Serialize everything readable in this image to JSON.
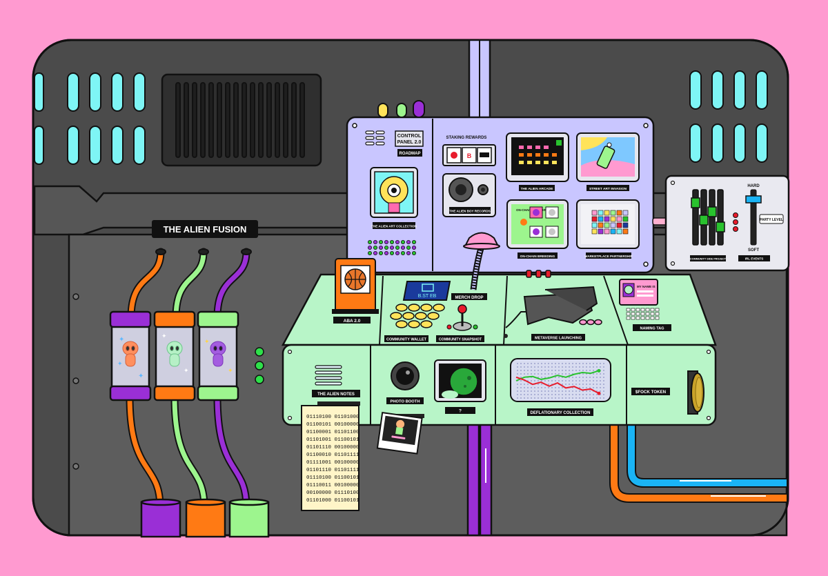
{
  "colors": {
    "frame": "#ff9ad0",
    "wall": "#4b4b4b",
    "wall_dark": "#3a3a3a",
    "console": "#b8f5c8",
    "panel": "#c9c6ff",
    "cyan": "#7ef5f5",
    "orange": "#ff7a14",
    "purple": "#9a2fd6",
    "green": "#9df58e",
    "blue": "#1ab4f5"
  },
  "title_sign": "THE ALIEN FUSION",
  "control_panel": {
    "title_line1": "CONTROL",
    "title_line2": "PANEL 2.0",
    "roadmap": "ROADMAP",
    "staking_rewards": "STAKING REWARDS",
    "alien_boy_records": "THE ALIEN BOY RECORDS",
    "alien_art_collection": "THE ALIEN ART COLLECTION",
    "alien_arcade": "THE ALIEN ARCADE",
    "street_art_invasion": "STREET ART INVASION",
    "on_chain_breeding": "ON-CHAIN BREEDING",
    "on_chain_screen_text": "ON-CHAIN BREEDING",
    "marketplace_partnership": "MARKETPLACE PARTNERSHIP"
  },
  "side_panel": {
    "hard": "HARD",
    "soft": "SOFT",
    "party_level": "PARTY LEVEL",
    "community_side_project": "COMMUNITY SIDE PROJECT",
    "irl_events": "IRL EVENTS"
  },
  "console": {
    "aba": "ABA 2.0",
    "screen_text": "B.ST EB",
    "merch_drop": "MERCH DROP",
    "community_wallet": "COMMUNITY WALLET",
    "community_snapshot": "COMMUNITY SNAPSHOT",
    "metaverse_launching": "METAVERSE LAUNCHING",
    "naming_tag": "NAMING TAG",
    "id_card": "MY NAME IS",
    "alien_notes": "THE ALIEN NOTES",
    "photo_booth": "PHOTO BOOTH",
    "question": "?",
    "deflationary_collection": "DEFLATIONARY COLLECTION",
    "stock_token": "$FOCK TOKEN"
  },
  "notes_lines": [
    "01110100 01101000",
    "01100101 00100000",
    "01100001 01101100",
    "01101001 01100101",
    "01101110 00100000",
    "01100010 01101111",
    "01111001 00100000",
    "01101110 01101111",
    "01110100 01100101",
    "01110011 00100000",
    "00100000 01110100",
    "01101000 01100101"
  ],
  "chart_data": {
    "type": "line",
    "title": "",
    "xlabel": "",
    "ylabel": "",
    "series": [
      {
        "color": "#29c22e",
        "values": [
          5,
          6,
          6.2,
          5.4,
          5.8,
          6.5,
          6.0,
          6.8,
          7.3,
          7.1,
          7.8
        ]
      },
      {
        "color": "#e81c2c",
        "values": [
          6,
          5.2,
          4.0,
          4.6,
          3.5,
          4.4,
          3.0,
          3.4,
          2.4,
          2.7,
          1.5
        ]
      }
    ],
    "ylim": [
      0,
      10
    ]
  }
}
